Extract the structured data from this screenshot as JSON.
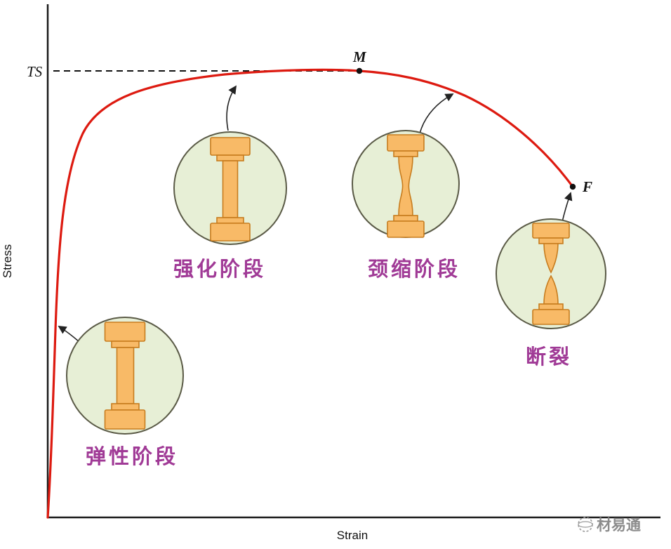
{
  "diagram": {
    "type": "stress-strain-curve",
    "axes": {
      "y_label": "Stress",
      "x_label": "Strain"
    },
    "points": {
      "ts_label": "TS",
      "max_point_label": "M",
      "fracture_point_label": "F"
    },
    "stages": [
      {
        "id": "elastic",
        "label": "弹性阶段"
      },
      {
        "id": "hardening",
        "label": "强化阶段"
      },
      {
        "id": "necking",
        "label": "颈缩阶段"
      },
      {
        "id": "fracture",
        "label": "断裂"
      }
    ],
    "watermark": "材易通",
    "colors": {
      "curve": "#dd1a10",
      "axis": "#1a1a1a",
      "circle_fill": "#e7efd6",
      "circle_stroke": "#5a5a46",
      "specimen_fill": "#f8ba67",
      "specimen_stroke": "#c77c1e",
      "stage_label": "#a03a96",
      "watermark": "#8c8c8c"
    }
  }
}
